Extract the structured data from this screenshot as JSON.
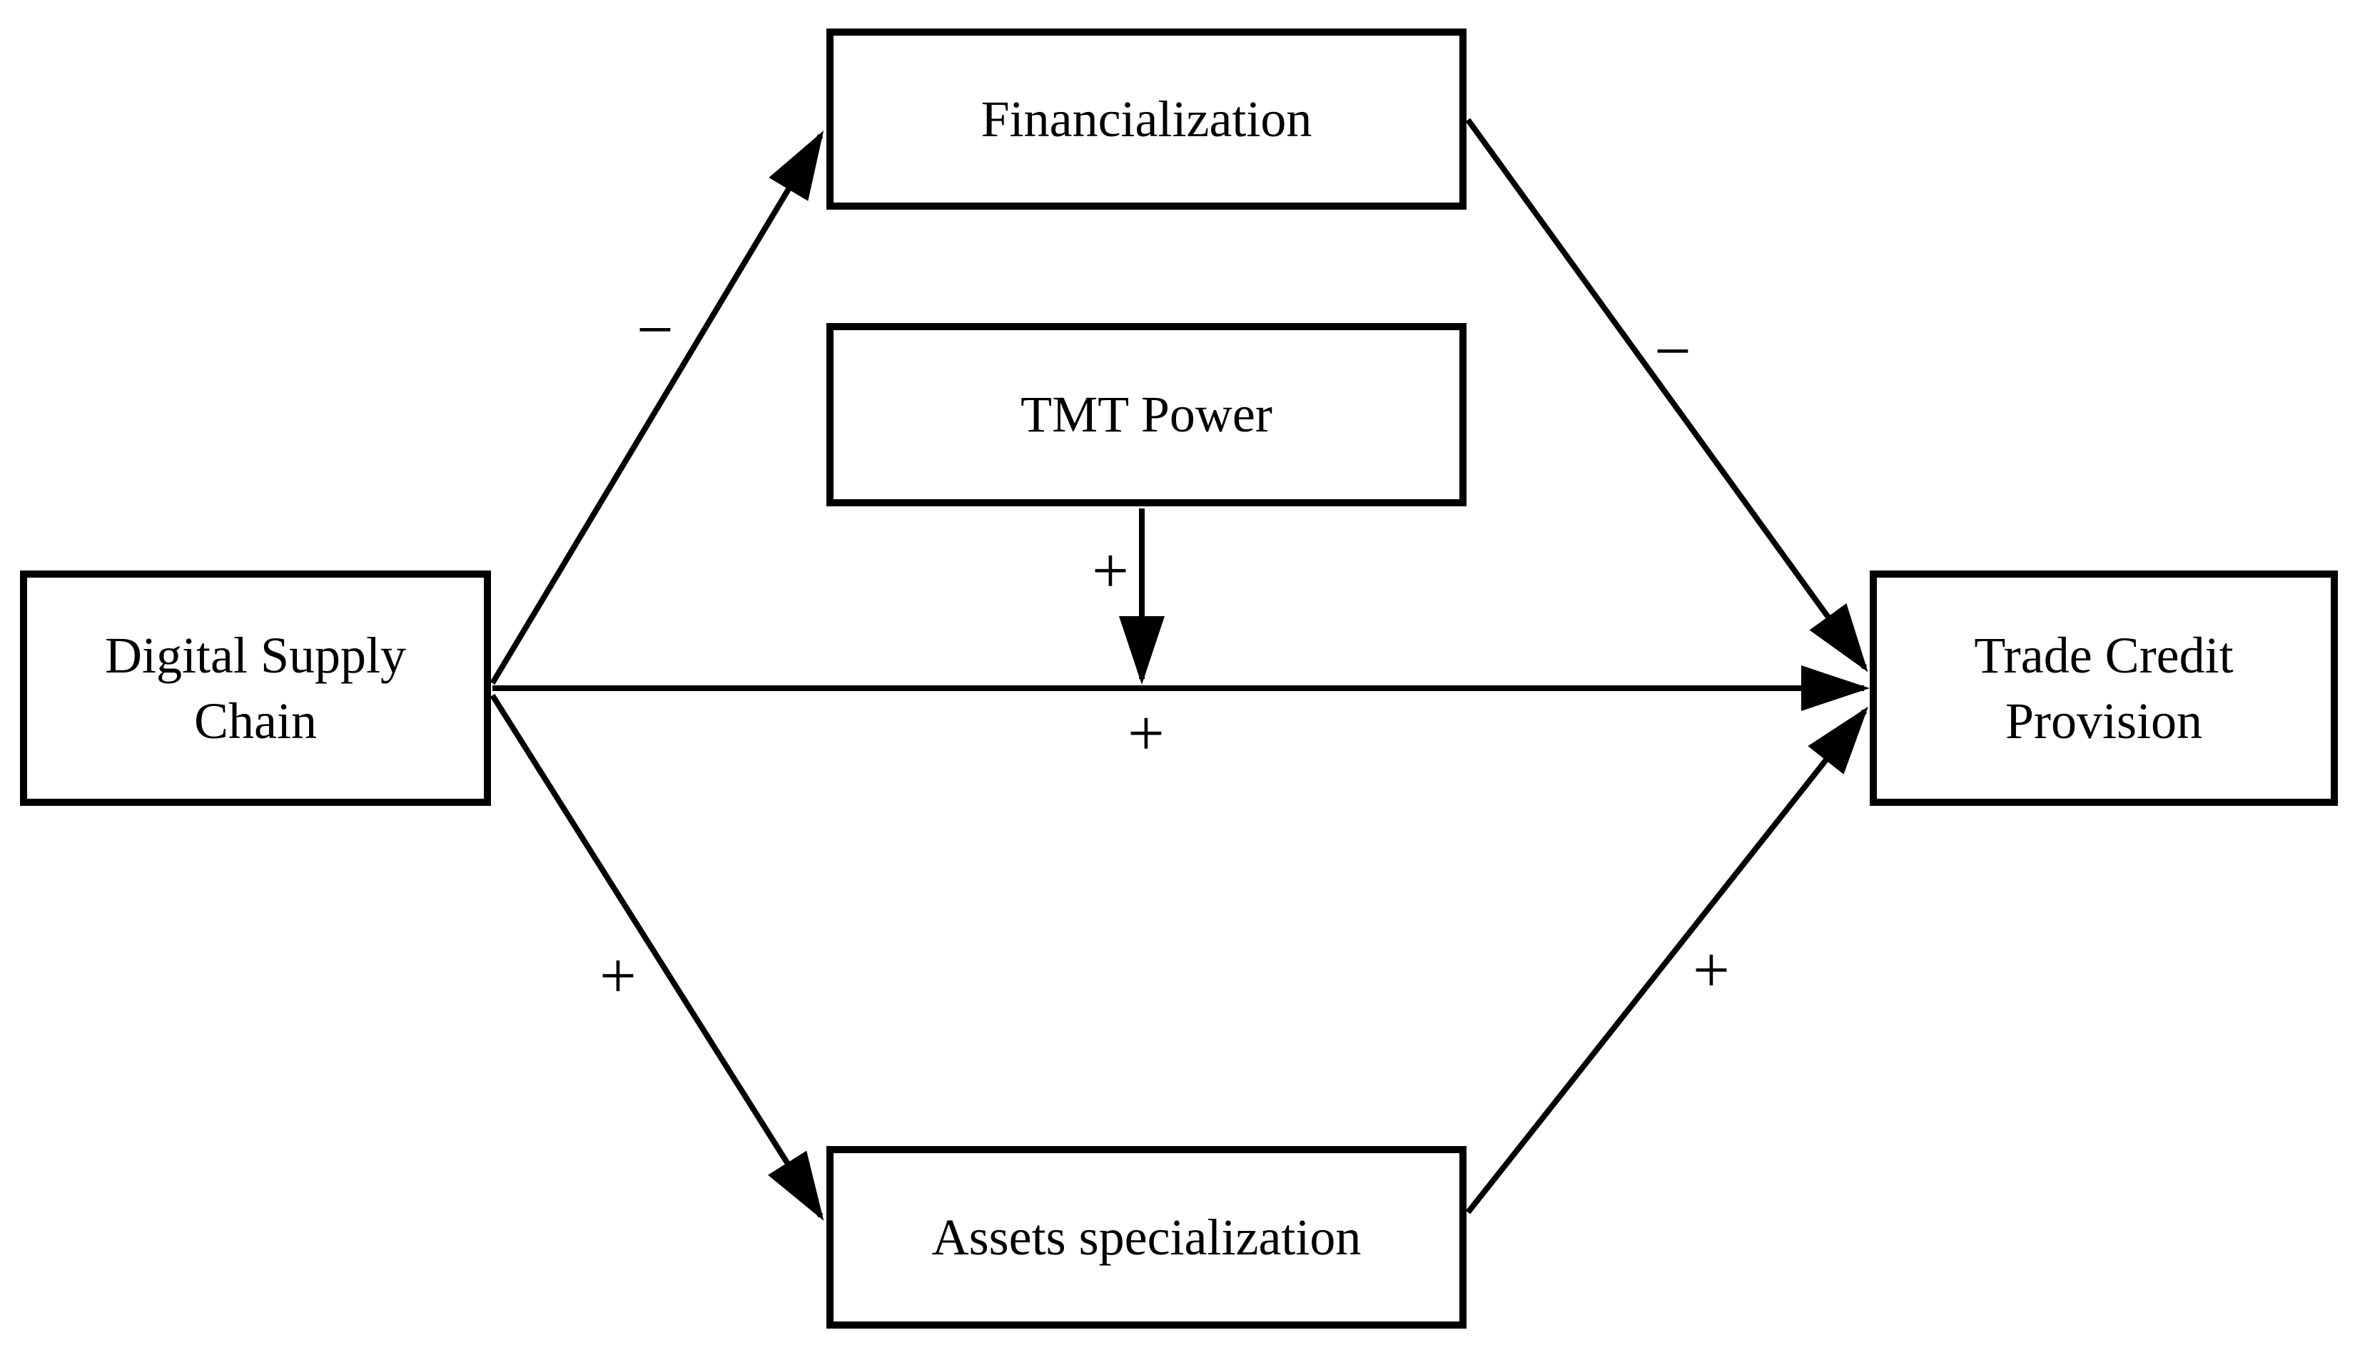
{
  "diagram": {
    "title": "",
    "nodes": {
      "digital_supply_chain": {
        "label": "Digital Supply\nChain"
      },
      "financialization": {
        "label": "Financialization"
      },
      "tmt_power": {
        "label": "TMT Power"
      },
      "assets_specialization": {
        "label": "Assets specialization"
      },
      "trade_credit_provision": {
        "label": "Trade Credit\nProvision"
      }
    },
    "edges": [
      {
        "from": "digital_supply_chain",
        "to": "financialization",
        "sign": "−"
      },
      {
        "from": "financialization",
        "to": "trade_credit_provision",
        "sign": "−"
      },
      {
        "from": "digital_supply_chain",
        "to": "trade_credit_provision",
        "sign": "+"
      },
      {
        "from": "tmt_power",
        "to": "digital_supply_chain_to_trade_credit_provision_path",
        "sign": "+",
        "type": "moderation"
      },
      {
        "from": "digital_supply_chain",
        "to": "assets_specialization",
        "sign": "+"
      },
      {
        "from": "assets_specialization",
        "to": "trade_credit_provision",
        "sign": "+"
      }
    ],
    "colors": {
      "line": "#000000",
      "box_border": "#000000",
      "box_fill": "#ffffff",
      "text": "#000000",
      "background": "#ffffff"
    }
  }
}
